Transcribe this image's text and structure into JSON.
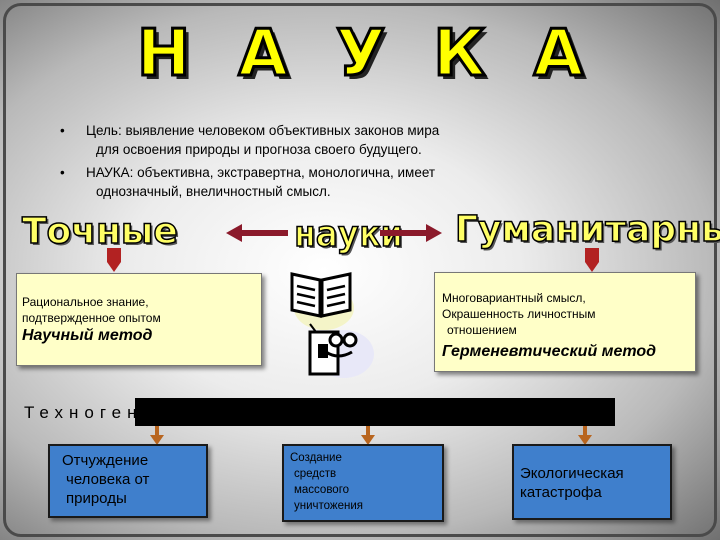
{
  "title": "НАУКА",
  "bullets": [
    {
      "line1": "Цель: выявление человеком объективных законов мира",
      "line2": "для освоения природы и прогноза своего будущего."
    },
    {
      "line1": "НАУКА: объективна, экстравертна, монологична, имеет",
      "line2": "однозначный, внеличностный смысл."
    }
  ],
  "bullet_symbol": "•",
  "row_words": {
    "left": "Точные",
    "center": "науки",
    "right": "Гуманитарные"
  },
  "left_box": {
    "line1": "Рациональное знание,",
    "line2": "подтвержденное опытом",
    "method": "Научный метод"
  },
  "right_box": {
    "line1": "Многовариантный смысл,",
    "line2": "Окрашенность личностным",
    "line3": "отношением",
    "method": "Герменевтический метод"
  },
  "techno_label": "Техноген",
  "consequences": [
    {
      "lines": [
        "Отчуждение",
        "человека от",
        "природы"
      ]
    },
    {
      "lines": [
        "Создание",
        "средств",
        "массового",
        "уничтожения"
      ]
    },
    {
      "lines": [
        "Экологическая",
        "катастрофа"
      ]
    }
  ],
  "colors": {
    "title_fill": "#ffff00",
    "word_fill": "#ffff66",
    "arrow": "#8b1a2b",
    "down_arrow": "#b22222",
    "box_fill": "#ffffc8",
    "blue_box": "#3f7fcc"
  },
  "icons": [
    "open-book-icon",
    "person-reading-icon"
  ]
}
